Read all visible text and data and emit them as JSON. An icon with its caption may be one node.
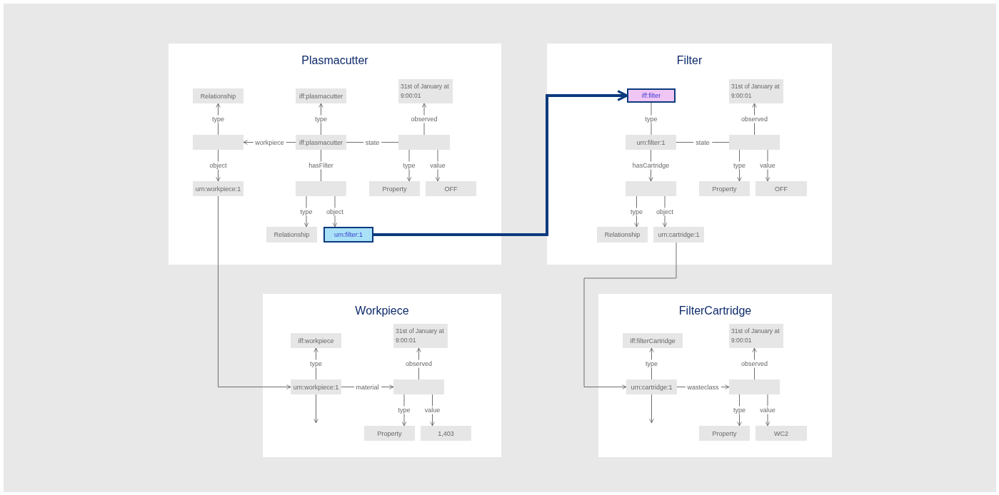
{
  "diagram": {
    "nodes": [
      {
        "text": [
          "Plasmacutter"
        ]
      },
      {
        "text": [
          "Relationship"
        ],
        "in": 0
      },
      {
        "text": [
          "iff:plasmacutter"
        ],
        "in": 0
      },
      {
        "text": [
          "31st of January at 9:00:01"
        ],
        "in": 0
      },
      {
        "text": [],
        "shape": "box",
        "in": 0
      },
      {
        "text": [
          "iff:plasmacutter"
        ],
        "in": 0
      },
      {
        "text": [],
        "shape": "box",
        "in": 0
      },
      {
        "text": [
          "urn:workpiece:1"
        ],
        "in": 0
      },
      {
        "text": [],
        "shape": "box",
        "in": 0
      },
      {
        "text": [
          "Property"
        ],
        "in": 0
      },
      {
        "text": [
          "OFF"
        ],
        "in": 0
      },
      {
        "text": [
          "Relationship"
        ],
        "in": 0
      },
      {
        "text": [
          "urn:filter:1"
        ],
        "in": 0
      },
      {
        "text": [
          "Filter"
        ]
      },
      {
        "text": [
          "iff:filter"
        ],
        "in": 13
      },
      {
        "text": [
          "31st of January at 9:00:01"
        ],
        "in": 13
      },
      {
        "text": [
          "urn:filter:1"
        ],
        "in": 13
      },
      {
        "text": [],
        "shape": "box",
        "in": 13
      },
      {
        "text": [],
        "shape": "box",
        "in": 13
      },
      {
        "text": [
          "Property"
        ],
        "in": 13
      },
      {
        "text": [
          "OFF"
        ],
        "in": 13
      },
      {
        "text": [
          "Relationship"
        ],
        "in": 13
      },
      {
        "text": [
          "urn:cartridge:1"
        ],
        "in": 13
      },
      {
        "text": [
          "Workpiece"
        ]
      },
      {
        "text": [
          "iff:workpiece"
        ],
        "in": 23
      },
      {
        "text": [
          "31st of January at 9:00:01"
        ],
        "in": 23
      },
      {
        "text": [
          "urn:workpiece:1"
        ],
        "in": 23
      },
      {
        "text": [],
        "shape": "box",
        "in": 23
      },
      {
        "text": [
          "Property"
        ],
        "in": 23
      },
      {
        "text": [
          "1,403"
        ],
        "in": 23
      },
      {
        "text": [
          "FilterCartridge"
        ]
      },
      {
        "text": [
          "iff:filterCartridge"
        ],
        "in": 30
      },
      {
        "text": [
          "31st of January at 9:00:01"
        ],
        "in": 30
      },
      {
        "text": [
          "urn:cartridge:1"
        ],
        "in": 30
      },
      {
        "text": [],
        "shape": "box",
        "in": 30
      },
      {
        "text": [
          "Property"
        ],
        "in": 30
      },
      {
        "text": [
          "WC2"
        ],
        "in": 30
      }
    ],
    "edges": [
      {
        "from": 4,
        "to": 1,
        "arrow": "to",
        "label": "type"
      },
      {
        "from": 4,
        "to": 7,
        "arrow": "to",
        "label": "object"
      },
      {
        "from": 5,
        "to": 4,
        "arrow": "to",
        "label": "workpiece"
      },
      {
        "from": 5,
        "to": 2,
        "arrow": "to",
        "label": "type"
      },
      {
        "from": 5,
        "to": 6,
        "arrow": "none",
        "label": "state"
      },
      {
        "from": 6,
        "to": 3,
        "arrow": "to",
        "label": "observed"
      },
      {
        "from": 5,
        "to": 8,
        "arrow": "none",
        "label": "hasFilter"
      },
      {
        "from": 8,
        "to": 11,
        "arrow": "to",
        "label": "type"
      },
      {
        "from": 8,
        "to": 12,
        "arrow": "to",
        "label": "object"
      },
      {
        "from": 6,
        "to": 9,
        "arrow": "to",
        "label": "type"
      },
      {
        "from": 6,
        "to": 10,
        "arrow": "to",
        "label": "value"
      },
      {
        "from": 12,
        "to": 14,
        "arrow": "to",
        "style": "thick",
        "color": "#0b3a7e"
      },
      {
        "from": 7,
        "to": 26,
        "arrow": "to"
      },
      {
        "from": 16,
        "to": 14,
        "arrow": "none",
        "label": "type"
      },
      {
        "from": 16,
        "to": 17,
        "arrow": "none",
        "label": "state"
      },
      {
        "from": 17,
        "to": 15,
        "arrow": "to",
        "label": "observed"
      },
      {
        "from": 16,
        "to": 18,
        "arrow": "to",
        "label": "hasCartridge"
      },
      {
        "from": 18,
        "to": 21,
        "arrow": "to",
        "label": "type"
      },
      {
        "from": 18,
        "to": 22,
        "arrow": "to",
        "label": "object"
      },
      {
        "from": 17,
        "to": 19,
        "arrow": "to",
        "label": "type"
      },
      {
        "from": 17,
        "to": 20,
        "arrow": "to",
        "label": "value"
      },
      {
        "from": 22,
        "to": 33,
        "arrow": "to"
      },
      {
        "from": 26,
        "to": 24,
        "arrow": "to",
        "label": "type"
      },
      {
        "from": 26,
        "to": 27,
        "arrow": "to",
        "label": "material"
      },
      {
        "from": 27,
        "to": 25,
        "arrow": "to",
        "label": "observed"
      },
      {
        "from": 27,
        "to": 28,
        "arrow": "to",
        "label": "type"
      },
      {
        "from": 27,
        "to": 29,
        "arrow": "to",
        "label": "value"
      },
      {
        "from": 26,
        "to": null,
        "arrow": "to"
      },
      {
        "from": 33,
        "to": 31,
        "arrow": "to",
        "label": "type"
      },
      {
        "from": 33,
        "to": 34,
        "arrow": "to",
        "label": "wasteclass"
      },
      {
        "from": 34,
        "to": 32,
        "arrow": "to",
        "label": "observed"
      },
      {
        "from": 34,
        "to": 35,
        "arrow": "to",
        "label": "type"
      },
      {
        "from": 34,
        "to": 36,
        "arrow": "to",
        "label": "value"
      },
      {
        "from": 33,
        "to": null,
        "arrow": "to"
      }
    ]
  }
}
